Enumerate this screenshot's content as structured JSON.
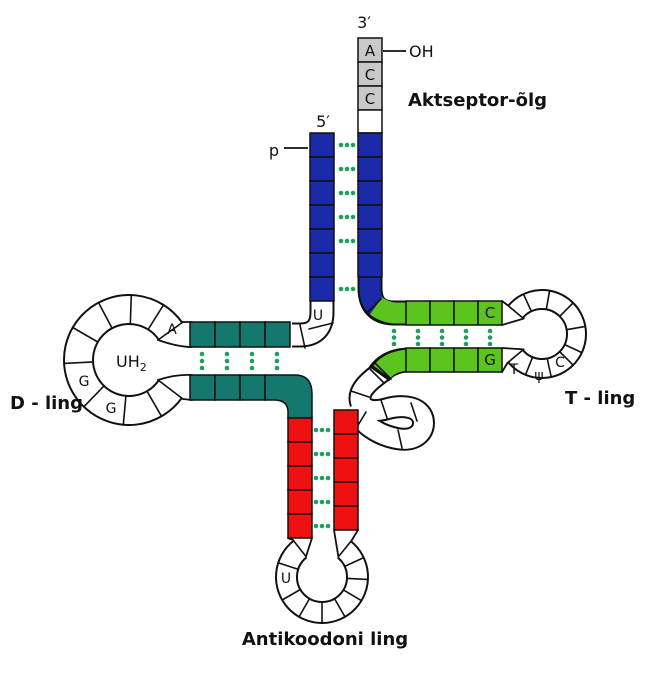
{
  "labels": {
    "three_prime": "3′",
    "five_prime": "5′",
    "oh": "OH",
    "phosphate": "p",
    "acceptor_arm": "Aktseptor-õlg",
    "d_loop": "D - ling",
    "t_loop": "T - ling",
    "anticodon_loop": "Antikoodoni ling"
  },
  "bases": {
    "acceptor_3prime": [
      "A",
      "C",
      "C"
    ],
    "acceptor_5prime_end": "U",
    "d_loop": {
      "a": "A",
      "core": "UH",
      "core_sub": "2",
      "g1": "G",
      "g2": "G"
    },
    "t_stem": {
      "top": "C",
      "bottom": "G"
    },
    "t_loop": {
      "t": "T",
      "psi": "ψ",
      "c": "C"
    },
    "anticodon_loop": {
      "u": "U"
    }
  },
  "base_pairs": {
    "acceptor": 6,
    "d_arm": 4,
    "t_arm": 5,
    "anticodon": 5
  },
  "colors": {
    "stem_5prime_blue": "#1b2aa8",
    "d_stem_teal": "#15786e",
    "t_stem_green": "#5cc41e",
    "anticodon_stem_red": "#ee1111",
    "acceptor_end_gray": "#c9c9c9",
    "pair_dot_green": "#1e9e5f",
    "outline": "#111111"
  }
}
